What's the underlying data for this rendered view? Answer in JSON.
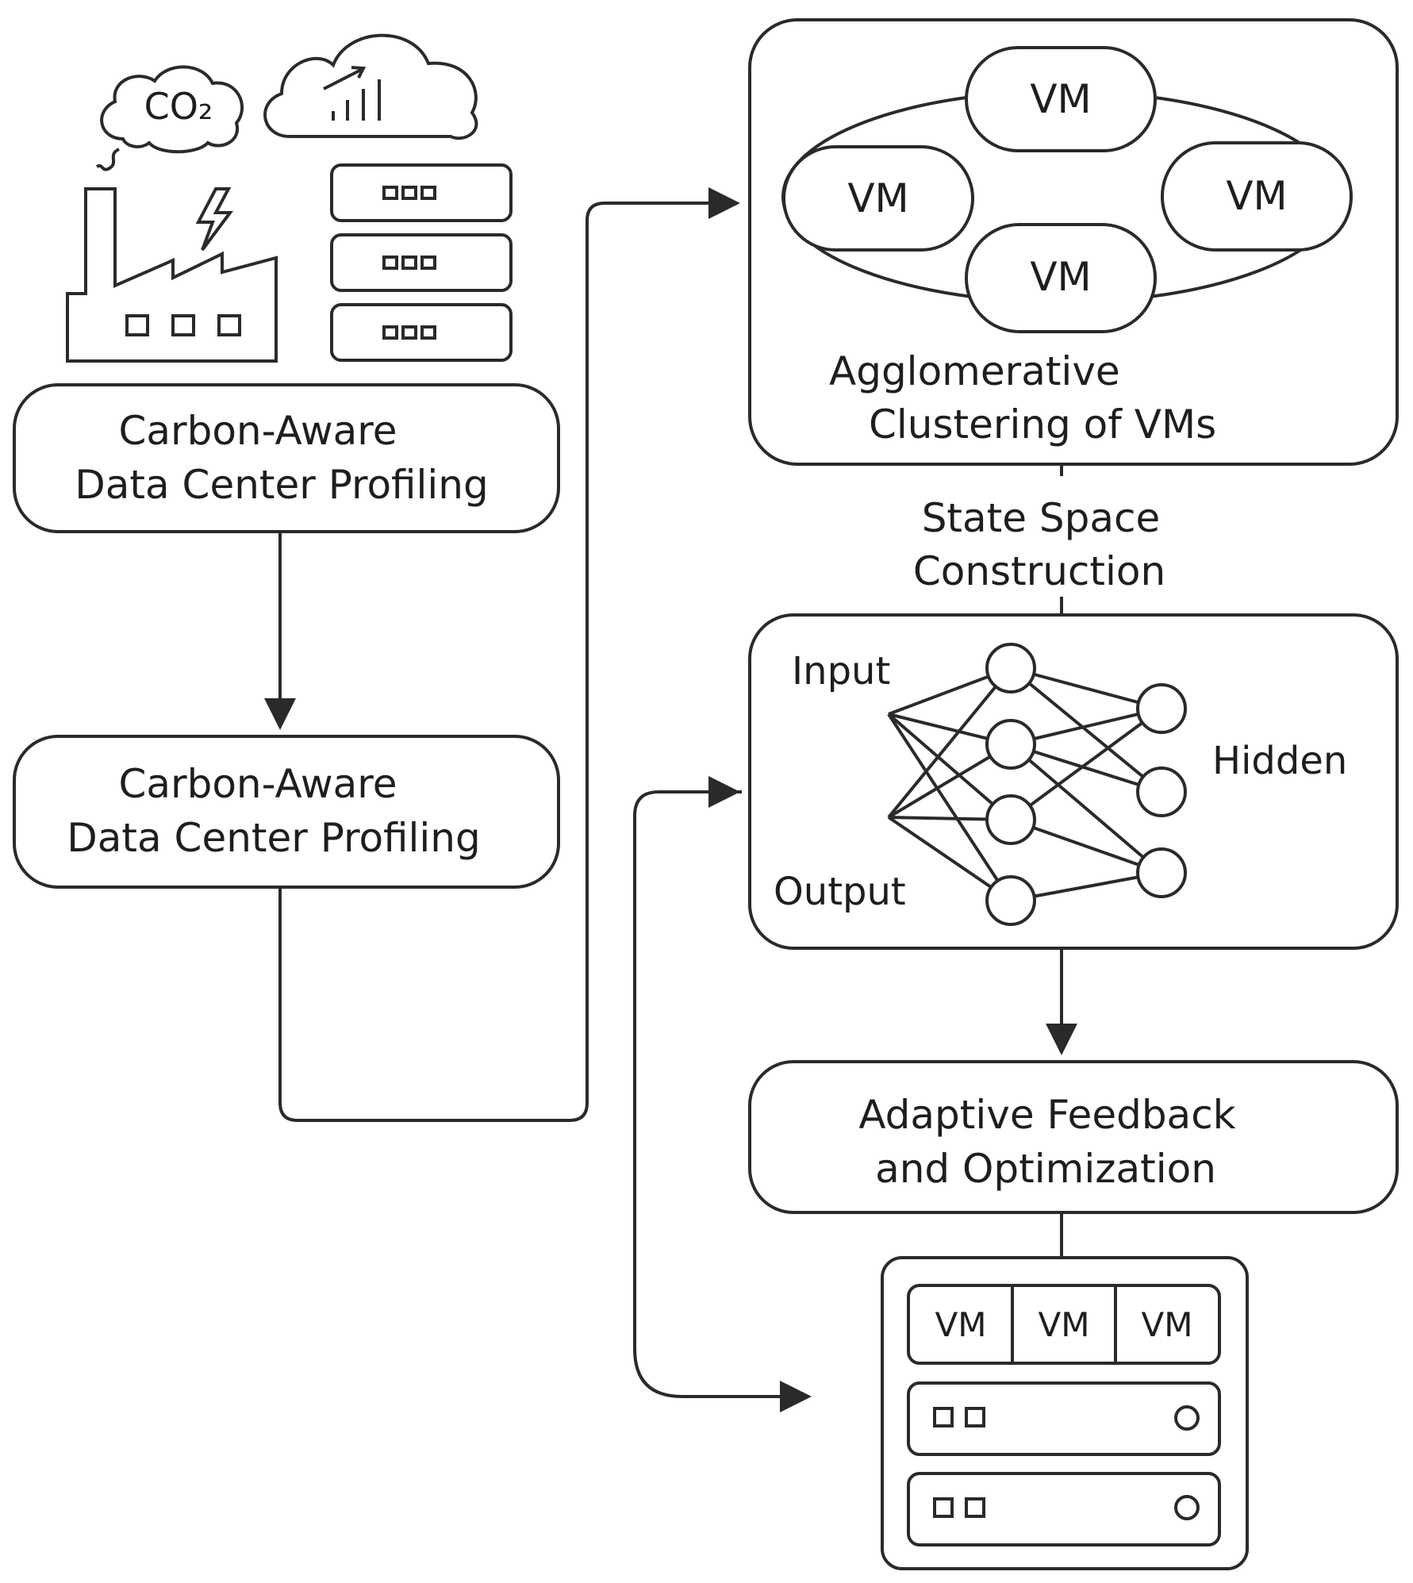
{
  "boxes": {
    "profiling_top": {
      "line1": "Carbon-Aware",
      "line2": "Data Center Profiling"
    },
    "profiling_bottom": {
      "line1": "Carbon-Aware",
      "line2": "Data Center Profiling"
    },
    "clustering": {
      "line1": "Agglomerative",
      "line2": "Clustering of VMs"
    },
    "feedback": {
      "line1": "Adaptive Feedback",
      "line2": "and Optimization"
    }
  },
  "state_space": {
    "line1": "State Space",
    "line2": "Construction"
  },
  "network": {
    "input_label": "Input",
    "output_label": "Output",
    "hidden_label": "Hidden"
  },
  "vm_label": "VM",
  "co2_label": "CO₂",
  "colors": {
    "stroke": "#2a2a2a",
    "text": "#1e1e1e",
    "background": "#ffffff"
  }
}
